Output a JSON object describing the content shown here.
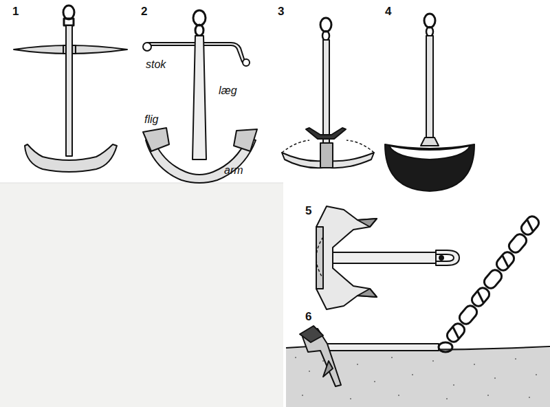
{
  "diagram": {
    "labels": [
      "1",
      "2",
      "3",
      "4",
      "stok",
      "læg",
      "flig",
      "arm",
      "5",
      "6"
    ]
  }
}
